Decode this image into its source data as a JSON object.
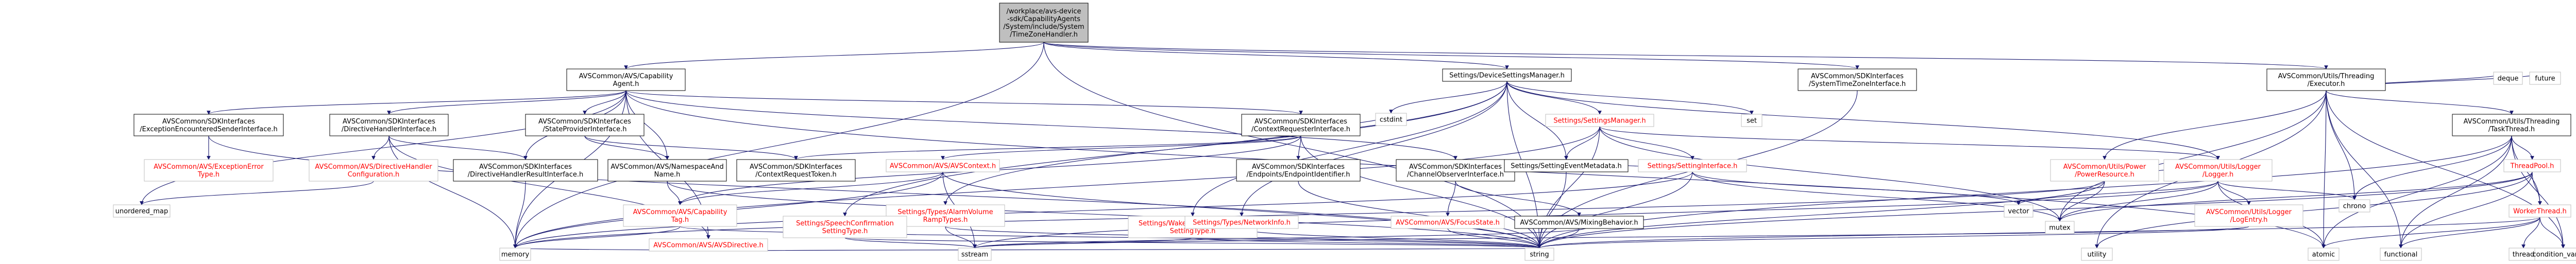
{
  "colors": {
    "edge": "#191970",
    "node_border": "#000000",
    "node_fill": "#ffffff",
    "root_fill": "#bfbfbf",
    "text": "#000000",
    "missing_text": "#ff0000",
    "missing_border": "#bfbfbf"
  },
  "nodes": [
    {
      "id": "root",
      "lines": [
        "/workplace/avs-device",
        "-sdk/CapabilityAgents",
        "/System/include/System",
        "/TimeZoneHandler.h"
      ],
      "style": "root"
    },
    {
      "id": "capagent",
      "lines": [
        "AVSCommon/AVS/Capability",
        "Agent.h"
      ],
      "style": "normal"
    },
    {
      "id": "devicesettings",
      "lines": [
        "Settings/DeviceSettingsManager.h"
      ],
      "style": "normal"
    },
    {
      "id": "systemtimezone",
      "lines": [
        "AVSCommon/SDKInterfaces",
        "/SystemTimeZoneInterface.h"
      ],
      "style": "normal"
    },
    {
      "id": "executor",
      "lines": [
        "AVSCommon/Utils/Threading",
        "/Executor.h"
      ],
      "style": "normal"
    },
    {
      "id": "exceptionenc",
      "lines": [
        "AVSCommon/SDKInterfaces",
        "/ExceptionEncounteredSenderInterface.h"
      ],
      "style": "normal"
    },
    {
      "id": "dirhandler",
      "lines": [
        "AVSCommon/SDKInterfaces",
        "/DirectiveHandlerInterface.h"
      ],
      "style": "normal"
    },
    {
      "id": "stateprovider",
      "lines": [
        "AVSCommon/SDKInterfaces",
        "/StateProviderInterface.h"
      ],
      "style": "normal"
    },
    {
      "id": "contextreq",
      "lines": [
        "AVSCommon/SDKInterfaces",
        "/ContextRequesterInterface.h"
      ],
      "style": "normal"
    },
    {
      "id": "settingsmgr",
      "lines": [
        "Settings/SettingsManager.h"
      ],
      "style": "missing"
    },
    {
      "id": "tasktthread",
      "lines": [
        "AVSCommon/Utils/Threading",
        "/TaskThread.h"
      ],
      "style": "normal"
    },
    {
      "id": "excerrtype",
      "lines": [
        "AVSCommon/AVS/ExceptionError",
        "Type.h"
      ],
      "style": "missing"
    },
    {
      "id": "dirhandlerconfig",
      "lines": [
        "AVSCommon/AVS/DirectiveHandler",
        "Configuration.h"
      ],
      "style": "missing"
    },
    {
      "id": "dirhandlerresult",
      "lines": [
        "AVSCommon/SDKInterfaces",
        "/DirectiveHandlerResultInterface.h"
      ],
      "style": "normal"
    },
    {
      "id": "namespacename",
      "lines": [
        "AVSCommon/AVS/NamespaceAnd",
        "Name.h"
      ],
      "style": "normal"
    },
    {
      "id": "contextreqtoken",
      "lines": [
        "AVSCommon/SDKInterfaces",
        "/ContextRequestToken.h"
      ],
      "style": "normal"
    },
    {
      "id": "avscontext",
      "lines": [
        "AVSCommon/AVS/AVSContext.h"
      ],
      "style": "missing"
    },
    {
      "id": "endpointid",
      "lines": [
        "AVSCommon/SDKInterfaces",
        "/Endpoints/EndpointIdentifier.h"
      ],
      "style": "normal"
    },
    {
      "id": "channelobserver",
      "lines": [
        "AVSCommon/SDKInterfaces",
        "/ChannelObserverInterface.h"
      ],
      "style": "normal"
    },
    {
      "id": "cstdint",
      "lines": [
        "cstdint"
      ],
      "style": "std"
    },
    {
      "id": "settingevent",
      "lines": [
        "Settings/SettingEventMetadata.h"
      ],
      "style": "normal"
    },
    {
      "id": "settinginterface",
      "lines": [
        "Settings/SettingInterface.h"
      ],
      "style": "missing"
    },
    {
      "id": "powerresource",
      "lines": [
        "AVSCommon/Utils/Power",
        "/PowerResource.h"
      ],
      "style": "missing"
    },
    {
      "id": "loggerlogger",
      "lines": [
        "AVSCommon/Utils/Logger",
        "/Logger.h"
      ],
      "style": "missing"
    },
    {
      "id": "threadpool",
      "lines": [
        "ThreadPool.h"
      ],
      "style": "missing"
    },
    {
      "id": "set",
      "lines": [
        "set"
      ],
      "style": "std"
    },
    {
      "id": "deque",
      "lines": [
        "deque"
      ],
      "style": "std"
    },
    {
      "id": "future",
      "lines": [
        "future"
      ],
      "style": "std"
    },
    {
      "id": "unordered_map",
      "lines": [
        "unordered_map"
      ],
      "style": "std"
    },
    {
      "id": "capabilitytag",
      "lines": [
        "AVSCommon/AVS/Capability",
        "Tag.h"
      ],
      "style": "missing"
    },
    {
      "id": "avsdirective",
      "lines": [
        "AVSCommon/AVS/AVSDirective.h"
      ],
      "style": "missing"
    },
    {
      "id": "alarmvolume",
      "lines": [
        "Settings/Types/AlarmVolume",
        "RampTypes.h"
      ],
      "style": "missing"
    },
    {
      "id": "speechconfirm",
      "lines": [
        "Settings/SpeechConfirmation",
        "SettingType.h"
      ],
      "style": "missing"
    },
    {
      "id": "wakewordconfirm",
      "lines": [
        "Settings/WakeWordConfirmation",
        "SettingType.h"
      ],
      "style": "missing"
    },
    {
      "id": "networkinfo",
      "lines": [
        "Settings/Types/NetworkInfo.h"
      ],
      "style": "missing"
    },
    {
      "id": "focusstate",
      "lines": [
        "AVSCommon/AVS/FocusState.h"
      ],
      "style": "missing"
    },
    {
      "id": "mixingbehavior",
      "lines": [
        "AVSCommon/AVS/MixingBehavior.h"
      ],
      "style": "normal"
    },
    {
      "id": "vector",
      "lines": [
        "vector"
      ],
      "style": "std"
    },
    {
      "id": "mutex",
      "lines": [
        "mutex"
      ],
      "style": "std"
    },
    {
      "id": "logentry",
      "lines": [
        "AVSCommon/Utils/Logger",
        "/LogEntry.h"
      ],
      "style": "missing"
    },
    {
      "id": "chrono",
      "lines": [
        "chrono"
      ],
      "style": "std"
    },
    {
      "id": "workerthread",
      "lines": [
        "WorkerThread.h"
      ],
      "style": "missing"
    },
    {
      "id": "memory",
      "lines": [
        "memory"
      ],
      "style": "std"
    },
    {
      "id": "sstream",
      "lines": [
        "sstream"
      ],
      "style": "std"
    },
    {
      "id": "string",
      "lines": [
        "string"
      ],
      "style": "std"
    },
    {
      "id": "utility",
      "lines": [
        "utility"
      ],
      "style": "std"
    },
    {
      "id": "atomic",
      "lines": [
        "atomic"
      ],
      "style": "std"
    },
    {
      "id": "functional",
      "lines": [
        "functional"
      ],
      "style": "std"
    },
    {
      "id": "thread",
      "lines": [
        "thread"
      ],
      "style": "std"
    },
    {
      "id": "condvar",
      "lines": [
        "condition_variable"
      ],
      "style": "std"
    }
  ],
  "edges": [
    [
      "root",
      "capagent"
    ],
    [
      "root",
      "devicesettings"
    ],
    [
      "root",
      "systemtimezone"
    ],
    [
      "root",
      "executor"
    ],
    [
      "root",
      "memory"
    ],
    [
      "root",
      "string"
    ],
    [
      "capagent",
      "exceptionenc"
    ],
    [
      "capagent",
      "dirhandler"
    ],
    [
      "capagent",
      "stateprovider"
    ],
    [
      "capagent",
      "contextreq"
    ],
    [
      "capagent",
      "dirhandlerresult"
    ],
    [
      "capagent",
      "namespacename"
    ],
    [
      "capagent",
      "avsdirective"
    ],
    [
      "capagent",
      "channelobserver"
    ],
    [
      "capagent",
      "memory"
    ],
    [
      "capagent",
      "unordered_map"
    ],
    [
      "capagent",
      "atomic"
    ],
    [
      "exceptionenc",
      "excerrtype"
    ],
    [
      "exceptionenc",
      "string"
    ],
    [
      "dirhandler",
      "dirhandlerconfig"
    ],
    [
      "dirhandler",
      "dirhandlerresult"
    ],
    [
      "dirhandler",
      "avsdirective"
    ],
    [
      "dirhandler",
      "memory"
    ],
    [
      "dirhandlerconfig",
      "unordered_map"
    ],
    [
      "dirhandlerresult",
      "memory"
    ],
    [
      "stateprovider",
      "namespacename"
    ],
    [
      "stateprovider",
      "contextreqtoken"
    ],
    [
      "namespacename",
      "capabilitytag"
    ],
    [
      "namespacename",
      "string"
    ],
    [
      "contextreq",
      "contextreqtoken"
    ],
    [
      "contextreq",
      "avscontext"
    ],
    [
      "contextreq",
      "endpointid"
    ],
    [
      "contextreq",
      "capabilitytag"
    ],
    [
      "contextreq",
      "cstdint"
    ],
    [
      "contextreq",
      "string"
    ],
    [
      "avscontext",
      "capabilitytag"
    ],
    [
      "avscontext",
      "string"
    ],
    [
      "avscontext",
      "memory"
    ],
    [
      "avscontext",
      "sstream"
    ],
    [
      "endpointid",
      "string"
    ],
    [
      "channelobserver",
      "focusstate"
    ],
    [
      "channelobserver",
      "mixingbehavior"
    ],
    [
      "focusstate",
      "string"
    ],
    [
      "mixingbehavior",
      "string"
    ],
    [
      "mixingbehavior",
      "sstream"
    ],
    [
      "capabilitytag",
      "memory"
    ],
    [
      "capabilitytag",
      "string"
    ],
    [
      "avsdirective",
      "memory"
    ],
    [
      "avsdirective",
      "string"
    ],
    [
      "devicesettings",
      "settingsmgr"
    ],
    [
      "devicesettings",
      "alarmvolume"
    ],
    [
      "devicesettings",
      "speechconfirm"
    ],
    [
      "devicesettings",
      "wakewordconfirm"
    ],
    [
      "devicesettings",
      "networkinfo"
    ],
    [
      "devicesettings",
      "settingevent"
    ],
    [
      "devicesettings",
      "set"
    ],
    [
      "devicesettings",
      "cstdint"
    ],
    [
      "devicesettings",
      "string"
    ],
    [
      "devicesettings",
      "loggerlogger"
    ],
    [
      "settingsmgr",
      "settinginterface"
    ],
    [
      "settingsmgr",
      "settingevent"
    ],
    [
      "settingsmgr",
      "loggerlogger"
    ],
    [
      "settingsmgr",
      "memory"
    ],
    [
      "settingsmgr",
      "mutex"
    ],
    [
      "settingsmgr",
      "string"
    ],
    [
      "settinginterface",
      "settingevent"
    ],
    [
      "settinginterface",
      "string"
    ],
    [
      "settinginterface",
      "mutex"
    ],
    [
      "settinginterface",
      "vector"
    ],
    [
      "settinginterface",
      "memory"
    ],
    [
      "settingevent",
      "string"
    ],
    [
      "alarmvolume",
      "sstream"
    ],
    [
      "alarmvolume",
      "string"
    ],
    [
      "speechconfirm",
      "sstream"
    ],
    [
      "speechconfirm",
      "string"
    ],
    [
      "wakewordconfirm",
      "sstream"
    ],
    [
      "wakewordconfirm",
      "string"
    ],
    [
      "networkinfo",
      "string"
    ],
    [
      "systemtimezone",
      "string"
    ],
    [
      "executor",
      "tasktthread"
    ],
    [
      "executor",
      "deque"
    ],
    [
      "executor",
      "future"
    ],
    [
      "executor",
      "chrono"
    ],
    [
      "executor",
      "atomic"
    ],
    [
      "executor",
      "condvar"
    ],
    [
      "executor",
      "functional"
    ],
    [
      "executor",
      "mutex"
    ],
    [
      "executor",
      "utility"
    ],
    [
      "executor",
      "powerresource"
    ],
    [
      "powerresource",
      "loggerlogger"
    ],
    [
      "powerresource",
      "mutex"
    ],
    [
      "powerresource",
      "string"
    ],
    [
      "powerresource",
      "memory"
    ],
    [
      "loggerlogger",
      "logentry"
    ],
    [
      "loggerlogger",
      "atomic"
    ],
    [
      "loggerlogger",
      "chrono"
    ],
    [
      "loggerlogger",
      "mutex"
    ],
    [
      "loggerlogger",
      "vector"
    ],
    [
      "loggerlogger",
      "sstream"
    ],
    [
      "logentry",
      "sstream"
    ],
    [
      "logentry",
      "string"
    ],
    [
      "tasktthread",
      "threadpool"
    ],
    [
      "tasktthread",
      "workerthread"
    ],
    [
      "tasktthread",
      "chrono"
    ],
    [
      "tasktthread",
      "atomic"
    ],
    [
      "tasktthread",
      "functional"
    ],
    [
      "tasktthread",
      "string"
    ],
    [
      "tasktthread",
      "condvar"
    ],
    [
      "threadpool",
      "workerthread"
    ],
    [
      "threadpool",
      "functional"
    ],
    [
      "threadpool",
      "string"
    ],
    [
      "threadpool",
      "utility"
    ],
    [
      "threadpool",
      "mutex"
    ],
    [
      "workerthread",
      "atomic"
    ],
    [
      "workerthread",
      "functional"
    ],
    [
      "workerthread",
      "thread"
    ],
    [
      "workerthread",
      "condvar"
    ],
    [
      "workerthread",
      "string"
    ]
  ]
}
